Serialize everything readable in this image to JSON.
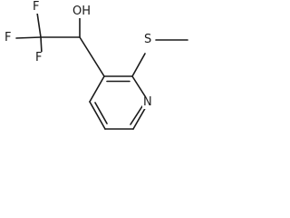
{
  "molecule": {
    "atoms": {
      "f_top": "F",
      "f_left": "F",
      "f_bottom": "F",
      "oh": "OH",
      "s": "S",
      "n": "N"
    },
    "colors": {
      "bond": "#1a1a1a",
      "label": "#1a1a1a",
      "background": "#ffffff"
    }
  }
}
